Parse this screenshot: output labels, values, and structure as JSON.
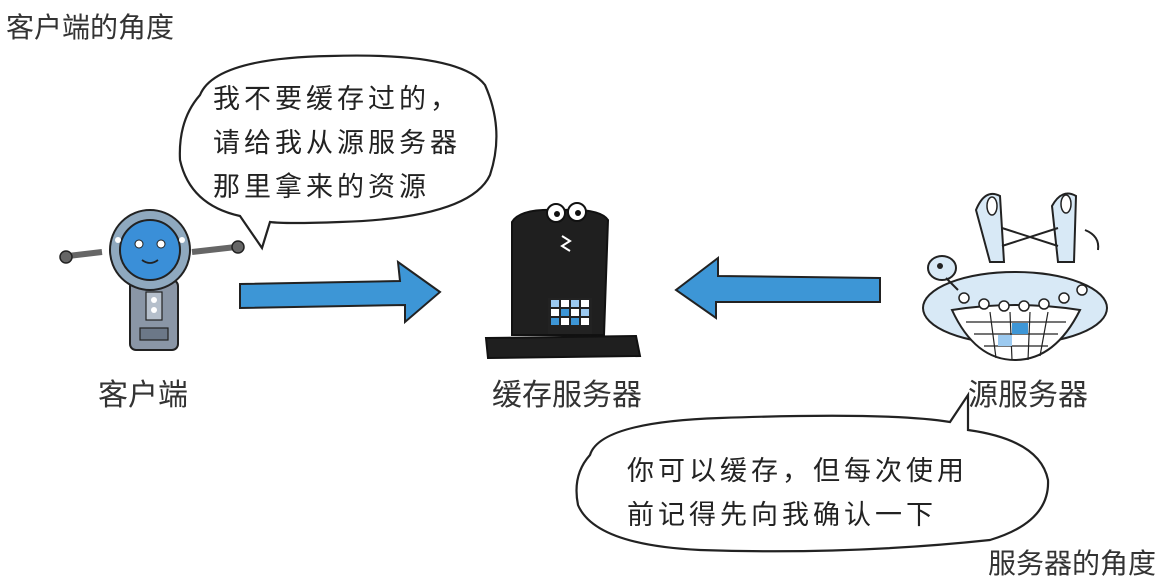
{
  "captions": {
    "client_perspective": "客户端的角度",
    "server_perspective": "服务器的角度"
  },
  "nodes": {
    "client": "客户端",
    "cache_server": "缓存服务器",
    "origin_server": "源服务器"
  },
  "bubbles": {
    "client_lines": [
      "我不要缓存过的，",
      "请给我从源服务器",
      "那里拿来的资源"
    ],
    "server_lines": [
      "你可以缓存，但每次使用",
      "前记得先向我确认一下"
    ]
  },
  "colors": {
    "arrow": "#3d96d6",
    "robot_body": "#8a96a6",
    "robot_face": "#3a8fd8",
    "hat": "#1f1f1f",
    "ufo": "#d8e9f6",
    "outline": "#222222"
  }
}
